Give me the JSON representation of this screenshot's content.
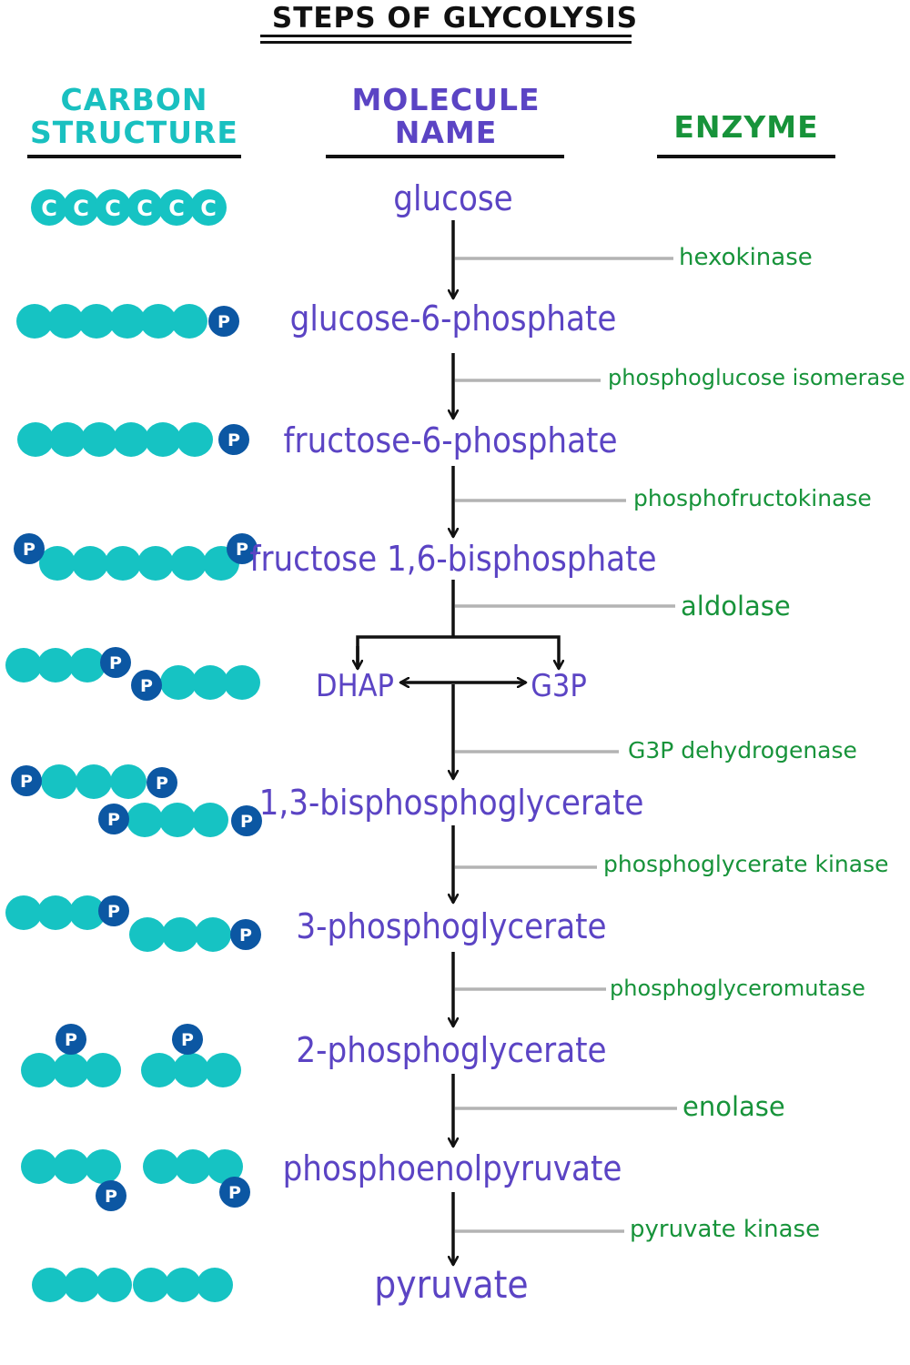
{
  "title": "STEPS OF GLYCOLYSIS",
  "headers": {
    "carbon": [
      "CARBON",
      "STRUCTURE"
    ],
    "molecule": [
      "MOLECULE",
      "NAME"
    ],
    "enzyme": "ENZYME"
  },
  "colors": {
    "teal": "#16c3c3",
    "phosphate": "#0c57a3",
    "molecule_text": "#5b44c4",
    "enzyme_text": "#17933a",
    "carbon_header": "#19c0c0",
    "molecule_header": "#5b44c4",
    "enzyme_header": "#17933a",
    "connector": "#b3b3b3"
  },
  "carbon_label": "C",
  "phosphate_label": "P",
  "molecules": [
    {
      "name": "glucose"
    },
    {
      "name": "glucose-6-phosphate"
    },
    {
      "name": "fructose-6-phosphate"
    },
    {
      "name": "fructose 1,6-bisphosphate"
    },
    {
      "name": "DHAP"
    },
    {
      "name": "G3P"
    },
    {
      "name": "1,3-bisphosphoglycerate"
    },
    {
      "name": "3-phosphoglycerate"
    },
    {
      "name": "2-phosphoglycerate"
    },
    {
      "name": "phosphoenolpyruvate"
    },
    {
      "name": "pyruvate"
    }
  ],
  "enzymes": [
    {
      "name": "hexokinase"
    },
    {
      "name": "phosphoglucose isomerase"
    },
    {
      "name": "phosphofructokinase"
    },
    {
      "name": "aldolase"
    },
    {
      "name": "G3P dehydrogenase"
    },
    {
      "name": "phosphoglycerate kinase"
    },
    {
      "name": "phosphoglyceromutase"
    },
    {
      "name": "enolase"
    },
    {
      "name": "pyruvate kinase"
    }
  ]
}
